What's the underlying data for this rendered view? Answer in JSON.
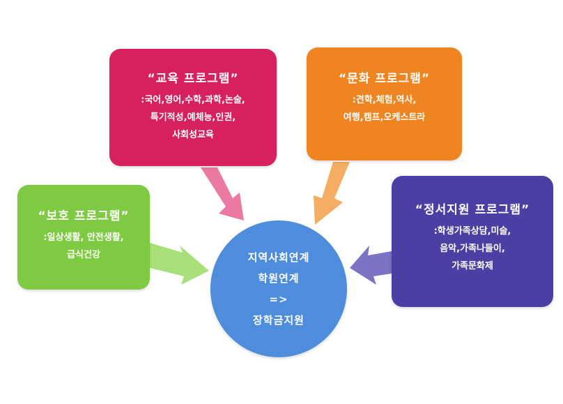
{
  "boxes": {
    "protect": {
      "title": "“보호 프로그램”",
      "lines": [
        ":일상생활, 안전생활,",
        "급식건강"
      ],
      "color": "#7ecb43"
    },
    "edu": {
      "title": "“교육 프로그램”",
      "lines": [
        ":국어,영어,수학,과학,논술,",
        "특기적성,예체능,인권,",
        "사회성교육"
      ],
      "color": "#d6215e"
    },
    "culture": {
      "title": "“문화 프로그램”",
      "lines": [
        ":견학,체험,역사,",
        "여행,캠프,오케스트라"
      ],
      "color": "#ee8521"
    },
    "emotion": {
      "title": "“정서지원 프로그램”",
      "lines": [
        ":학생가족상담,미술,",
        "음악,가족나들이,",
        "가족문화제"
      ],
      "color": "#4b3fa3"
    }
  },
  "center": {
    "lines": [
      "지역사회연계",
      "학원연계",
      "=>",
      "장학금지원"
    ],
    "color": "#4e8ddb"
  },
  "arrow_colors": {
    "protect": "#a8df7b",
    "edu": "#ea7aa1",
    "culture": "#f4ad62",
    "emotion": "#7d73c4"
  }
}
